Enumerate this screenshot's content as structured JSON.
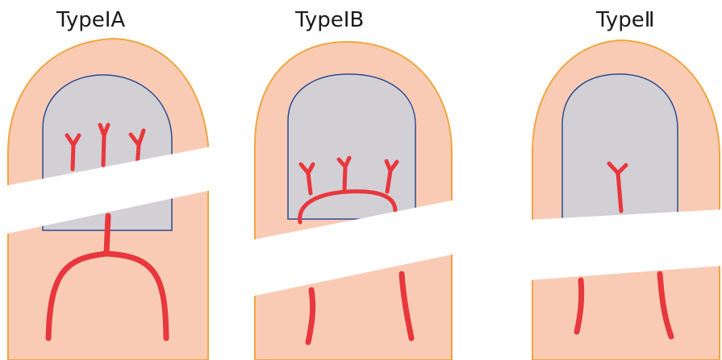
{
  "panels": [
    {
      "label": "TypeⅠA"
    },
    {
      "label": "TypeⅠB"
    },
    {
      "label": "TypeⅡ"
    }
  ],
  "colors": {
    "skin": "#f9cbb5",
    "nail": "#d2d0d5",
    "nail_outline": "#2f4a8f",
    "vessel": "#e8373d",
    "skin_outline": "#f0a640",
    "background": "#ffffff"
  }
}
